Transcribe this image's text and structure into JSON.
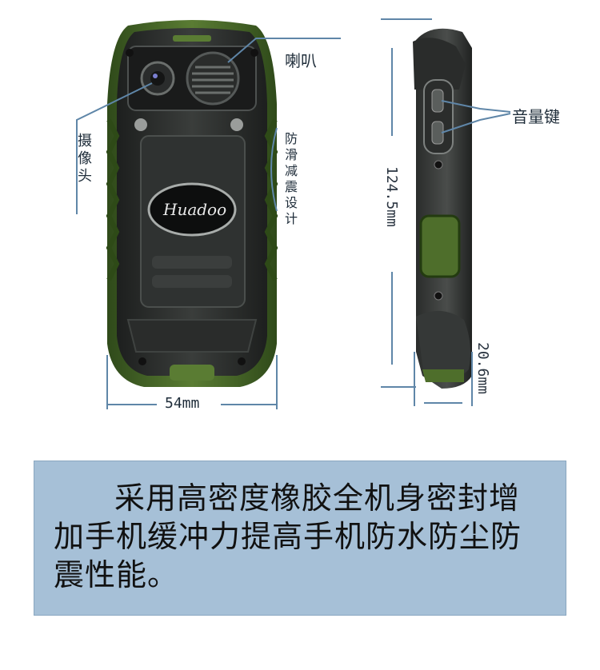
{
  "labels": {
    "speaker": "喇叭",
    "camera": "摄像头",
    "anti_slip": "防滑减震设计",
    "volume_keys": "音量键",
    "width": "54mm",
    "length": "124.5mm",
    "thickness": "20.6mm",
    "brand": "Huadoo"
  },
  "description": "采用高密度橡胶全机身密封增加手机缓冲力提高手机防水防尘防震性能。",
  "colors": {
    "rubber_green": "#4a6a2a",
    "body_dark": "#2b2d2c",
    "panel_bg": "#a6c0d7",
    "line": "#5f86a8"
  }
}
